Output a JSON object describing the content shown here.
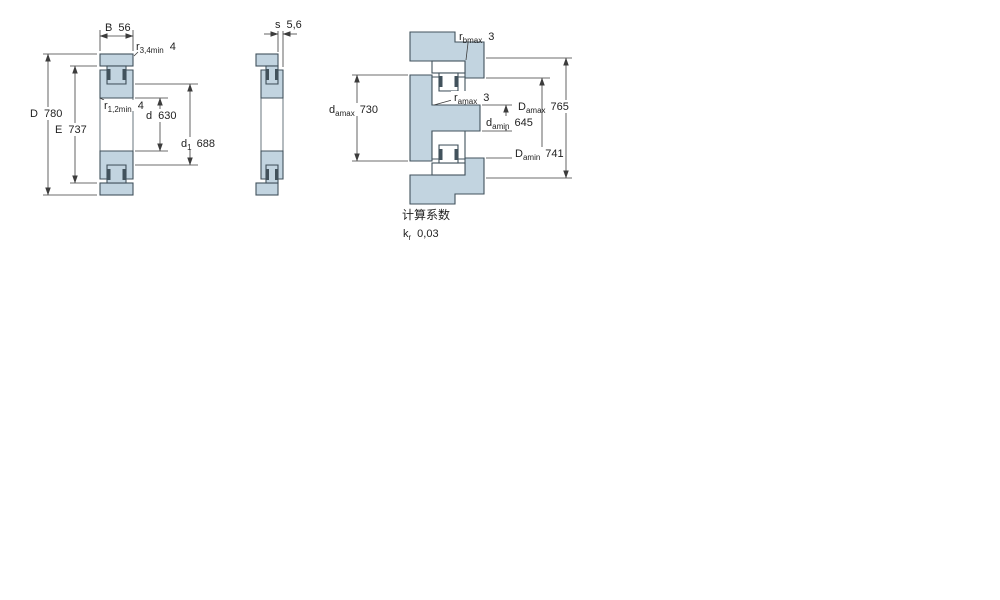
{
  "colors": {
    "part_fill": "#c2d4e0",
    "outline": "#42525c",
    "dim": "#3c3c3c",
    "text": "#1f1f1f"
  },
  "views": {
    "cross_section": {
      "dims": {
        "B": {
          "sym": "B",
          "value": "56"
        },
        "r34": {
          "sym": "r",
          "sub": "3,4min",
          "value": "4"
        },
        "r12": {
          "sym": "r",
          "sub": "1,2min",
          "value": "4"
        },
        "D": {
          "sym": "D",
          "value": "780"
        },
        "E": {
          "sym": "E",
          "value": "737"
        },
        "d": {
          "sym": "d",
          "value": "630"
        },
        "d1": {
          "sym": "d",
          "sub": "1",
          "value": "688"
        }
      }
    },
    "side": {
      "dims": {
        "s": {
          "sym": "s",
          "value": "5,6"
        }
      }
    },
    "mounting": {
      "dims": {
        "rb": {
          "sym": "r",
          "sub": "bmax",
          "value": "3"
        },
        "ra": {
          "sym": "r",
          "sub": "amax",
          "value": "3"
        },
        "damax": {
          "sym": "d",
          "sub": "amax",
          "value": "730"
        },
        "damin": {
          "sym": "d",
          "sub": "amin",
          "value": "645"
        },
        "Damax": {
          "sym": "D",
          "sub": "amax",
          "value": "765"
        },
        "Damin": {
          "sym": "D",
          "sub": "amin",
          "value": "741"
        }
      }
    }
  },
  "factors": {
    "title": "计算系数",
    "kr": {
      "sym": "k",
      "sub": "r",
      "value": "0,03"
    }
  }
}
